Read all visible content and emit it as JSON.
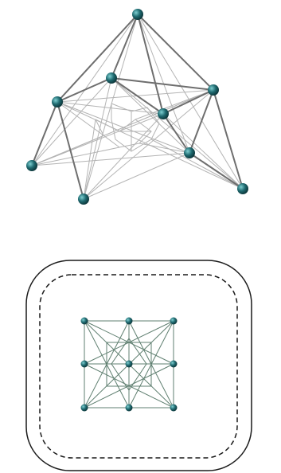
{
  "colors": {
    "node_fill": "#1f6a70",
    "node_highlight": "#7fd0d2",
    "node_dark": "#0e3a3e",
    "edge_front": "#6e6e6e",
    "edge_back": "#b4b4b4",
    "planar_edge": "#5f7f70",
    "outline": "#1a1a1a"
  },
  "diagrams": [
    {
      "kind": "3d-network",
      "node_count": 9
    },
    {
      "kind": "planar-grid-network",
      "node_count": 9,
      "boundary": "rounded-square",
      "inner_boundary_style": "dashed"
    }
  ]
}
